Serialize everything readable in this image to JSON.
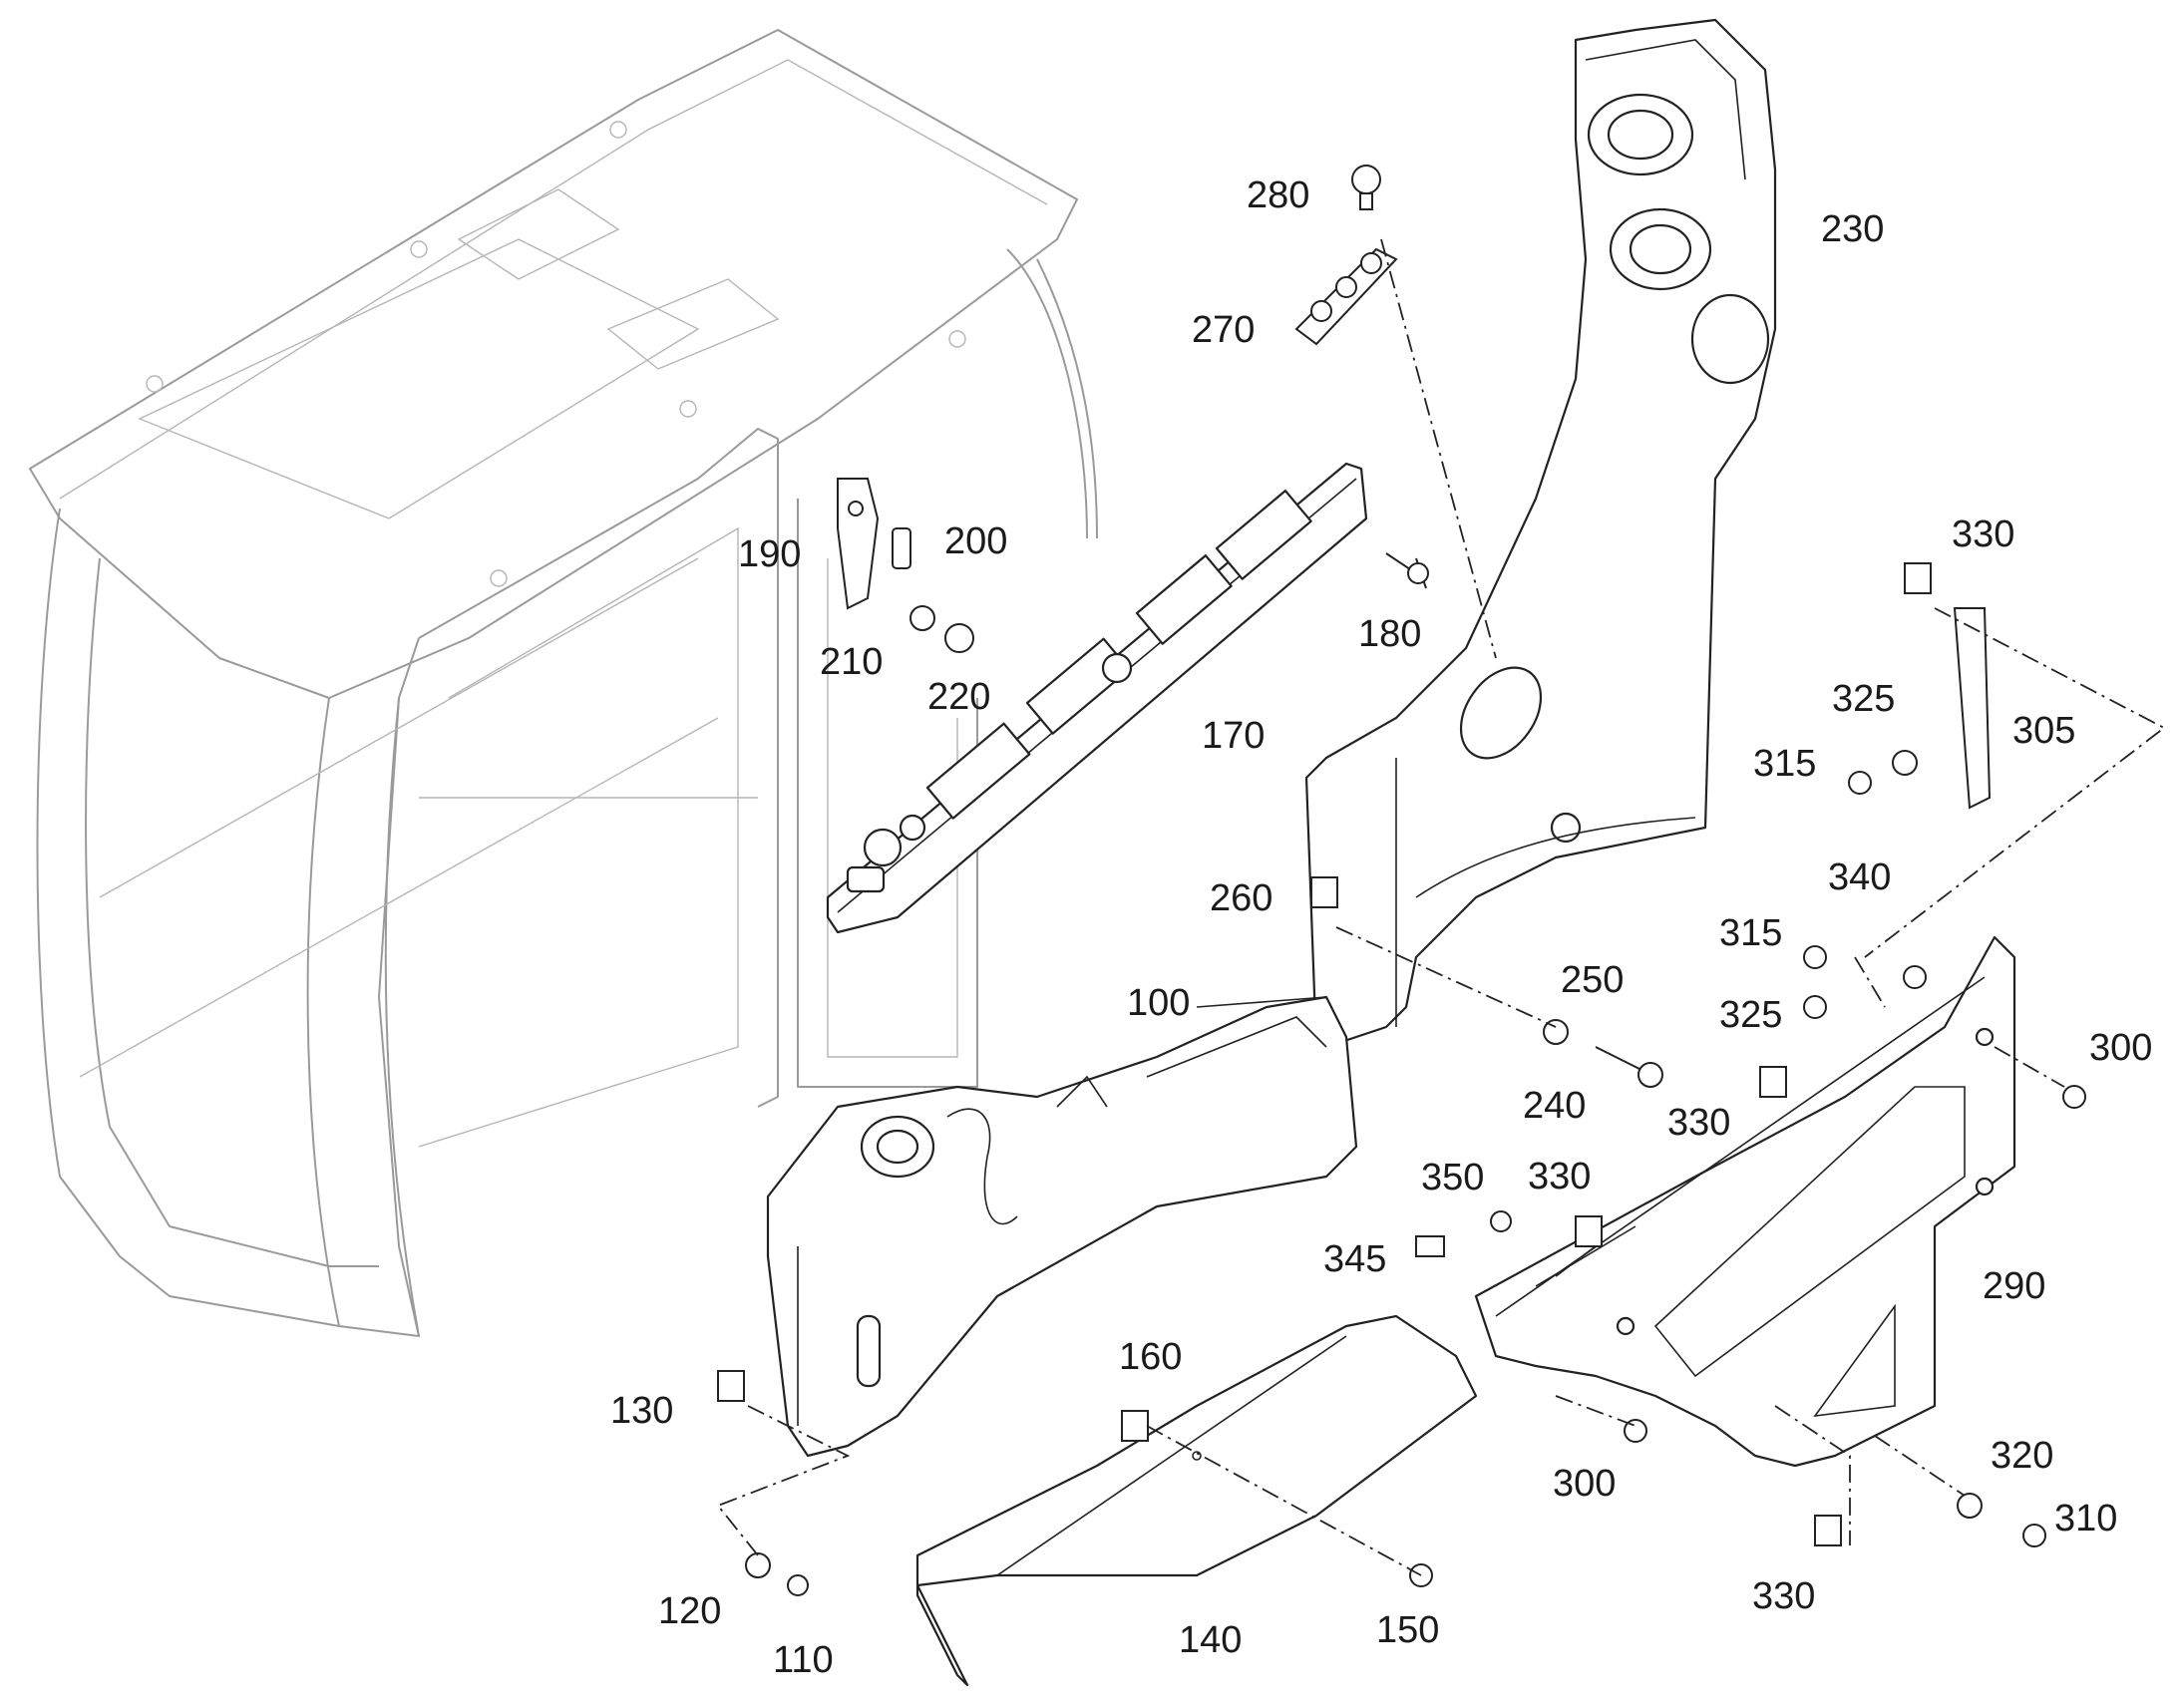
{
  "callouts": {
    "c100": "100",
    "c110": "110",
    "c120": "120",
    "c130": "130",
    "c140": "140",
    "c150": "150",
    "c160": "160",
    "c170": "170",
    "c180": "180",
    "c190": "190",
    "c200": "200",
    "c210": "210",
    "c220": "220",
    "c230": "230",
    "c240": "240",
    "c250": "250",
    "c260": "260",
    "c270": "270",
    "c280": "280",
    "c290": "290",
    "c300a": "300",
    "c300b": "300",
    "c305": "305",
    "c310": "310",
    "c315a": "315",
    "c315b": "315",
    "c320": "320",
    "c325a": "325",
    "c325b": "325",
    "c330a": "330",
    "c330b": "330",
    "c330c": "330",
    "c330d": "330",
    "c340": "340",
    "c345": "345",
    "c350": "350"
  },
  "colors": {
    "line": "#222222",
    "cab_frame": "#9a9a9a",
    "background": "#ffffff"
  }
}
